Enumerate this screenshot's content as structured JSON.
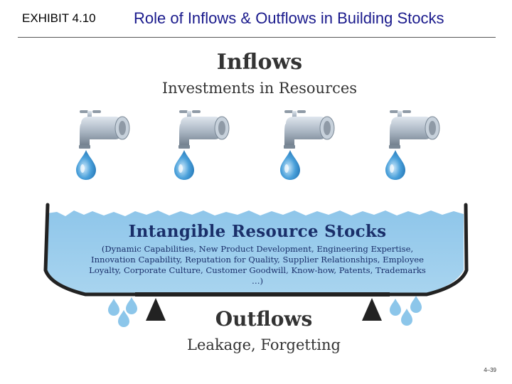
{
  "header": {
    "exhibit": "EXHIBIT 4.10",
    "title": "Role of Inflows & Outflows in Building Stocks"
  },
  "inflows": {
    "title": "Inflows",
    "subtitle": "Investments in Resources"
  },
  "stocks": {
    "title": "Intangible Resource Stocks",
    "description": "(Dynamic Capabilities, New Product Development, Engineering Expertise, Innovation Capability, Reputation for Quality, Supplier Relationships, Employee Loyalty, Corporate Culture, Customer Goodwill, Know-how, Patents, Trademarks …)"
  },
  "outflows": {
    "title": "Outflows",
    "subtitle": "Leakage, Forgetting"
  },
  "footer": {
    "page": "4–39"
  },
  "colors": {
    "title_blue": "#1a1a8c",
    "water": "#a8d4ef",
    "water_dark": "#5aa7d8",
    "faucet": "#a9b5c2"
  }
}
